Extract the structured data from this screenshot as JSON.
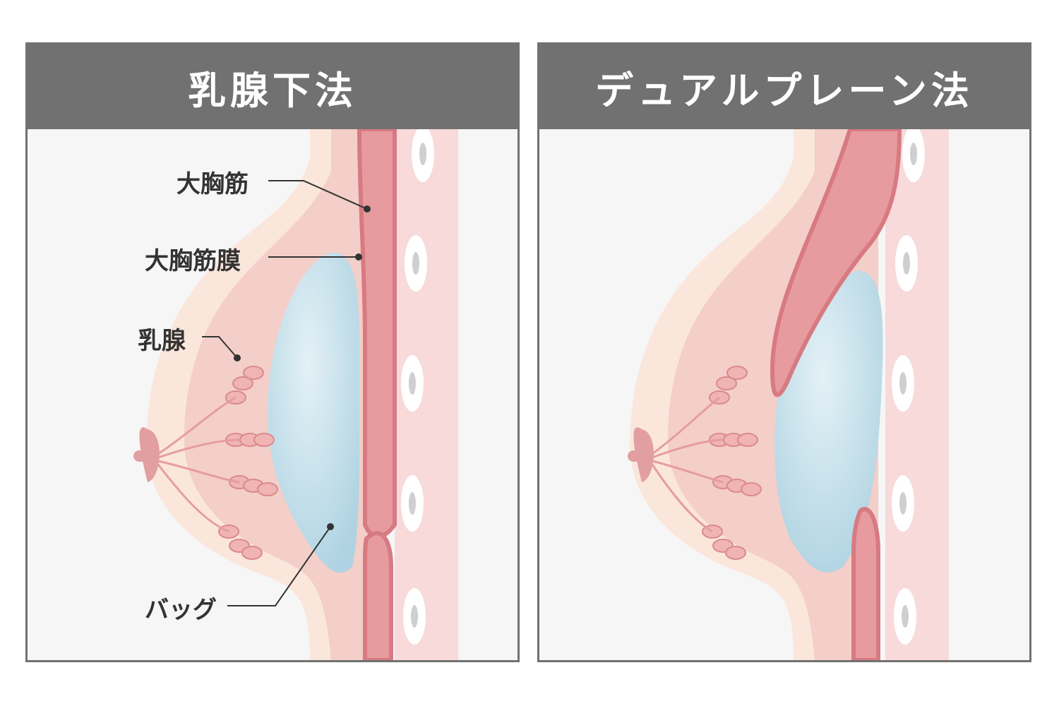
{
  "panels": {
    "left": {
      "title": "乳腺下法"
    },
    "right": {
      "title": "デュアルプレーン法"
    }
  },
  "labels": {
    "pectoralis_major": "大胸筋",
    "pectoral_fascia": "大胸筋膜",
    "mammary_gland": "乳腺",
    "implant_bag": "バッグ"
  },
  "colors": {
    "header_bg": "#717171",
    "panel_bg": "#f6f6f6",
    "skin": "#fbe9e1",
    "fat": "#f4d3cf",
    "muscle": "#e9a1a4",
    "muscle_edge": "#d97c84",
    "implant": "#bfdde8",
    "rib": "#ffffff"
  }
}
